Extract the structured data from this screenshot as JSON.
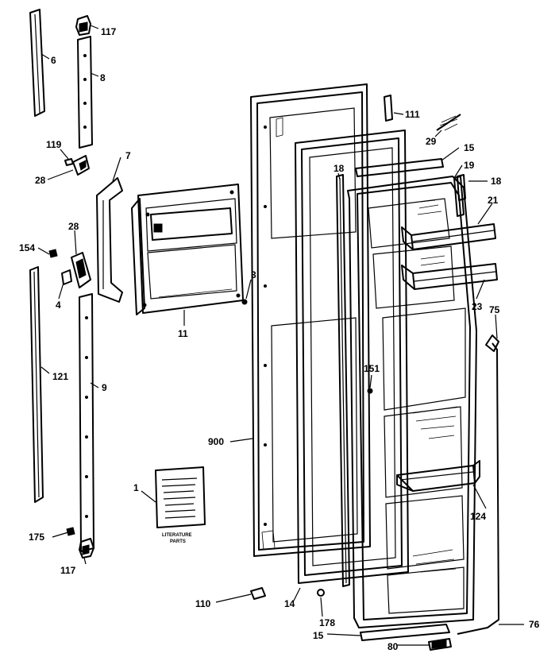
{
  "callouts": {
    "c117_top": "117",
    "c6": "6",
    "c8": "8",
    "c119": "119",
    "c28_upper": "28",
    "c7": "7",
    "c28_mid": "28",
    "c154": "154",
    "c4": "4",
    "c121": "121",
    "c9": "9",
    "c11": "11",
    "c3": "3",
    "c900": "900",
    "c1": "1",
    "c175": "175",
    "c117_bottom": "117",
    "c110": "110",
    "c14": "14",
    "c178": "178",
    "c15_bottom": "15",
    "c80": "80",
    "c76": "76",
    "c111": "111",
    "c29": "29",
    "c15_top": "15",
    "c19": "19",
    "c18_left": "18",
    "c18_right": "18",
    "c21": "21",
    "c23": "23",
    "c75": "75",
    "c151": "151",
    "c124": "124"
  },
  "literature": {
    "caption_line1": "LITERATURE",
    "caption_line2": "PARTS"
  }
}
